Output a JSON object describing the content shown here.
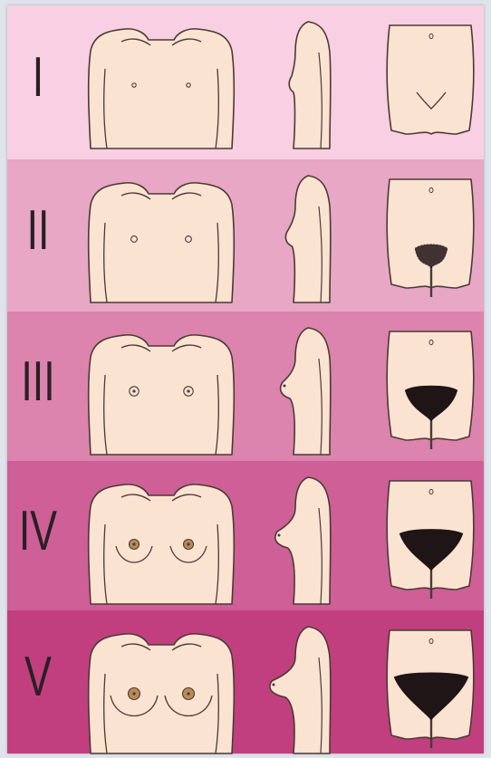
{
  "colors": {
    "skin": "#fbe3d2",
    "outline": "#4a3a35",
    "hair": "#1f1416",
    "areola": "#b98a56",
    "row_backgrounds": [
      "#f9cfe3",
      "#e8a7c5",
      "#dc84ad",
      "#cf5f97",
      "#c13f7f"
    ]
  },
  "stages": [
    {
      "numeral": "I",
      "breast_level": 0,
      "hair_level": 0
    },
    {
      "numeral": "II",
      "breast_level": 1,
      "hair_level": 1
    },
    {
      "numeral": "III",
      "breast_level": 2,
      "hair_level": 2
    },
    {
      "numeral": "IV",
      "breast_level": 3,
      "hair_level": 3
    },
    {
      "numeral": "V",
      "breast_level": 4,
      "hair_level": 4
    }
  ]
}
